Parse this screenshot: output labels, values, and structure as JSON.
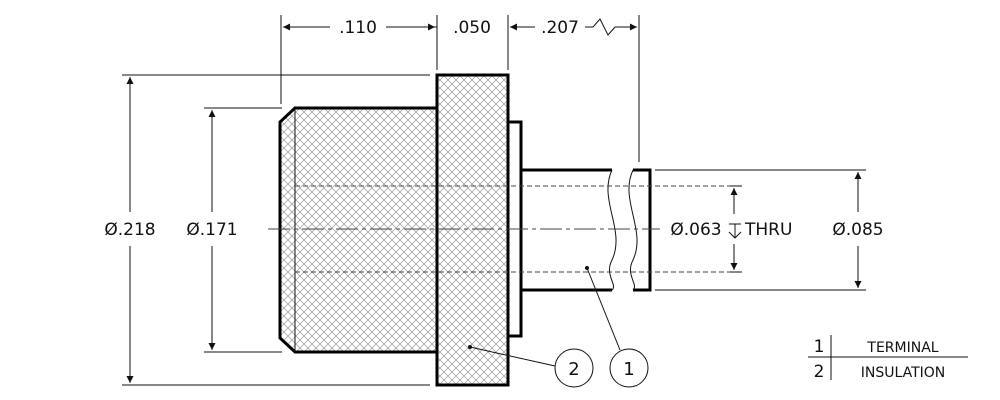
{
  "dimensions": {
    "len_a": ".110",
    "len_b": ".050",
    "len_c": ".207",
    "dia_outer": "Ø.218",
    "dia_body": "Ø.171",
    "dia_hole": "Ø.063",
    "hole_depth": "THRU",
    "dia_pin": "Ø.085"
  },
  "balloons": [
    {
      "number": "2"
    },
    {
      "number": "1"
    }
  ],
  "parts_list": [
    {
      "number": "1",
      "name": "TERMINAL"
    },
    {
      "number": "2",
      "name": "INSULATION"
    }
  ]
}
